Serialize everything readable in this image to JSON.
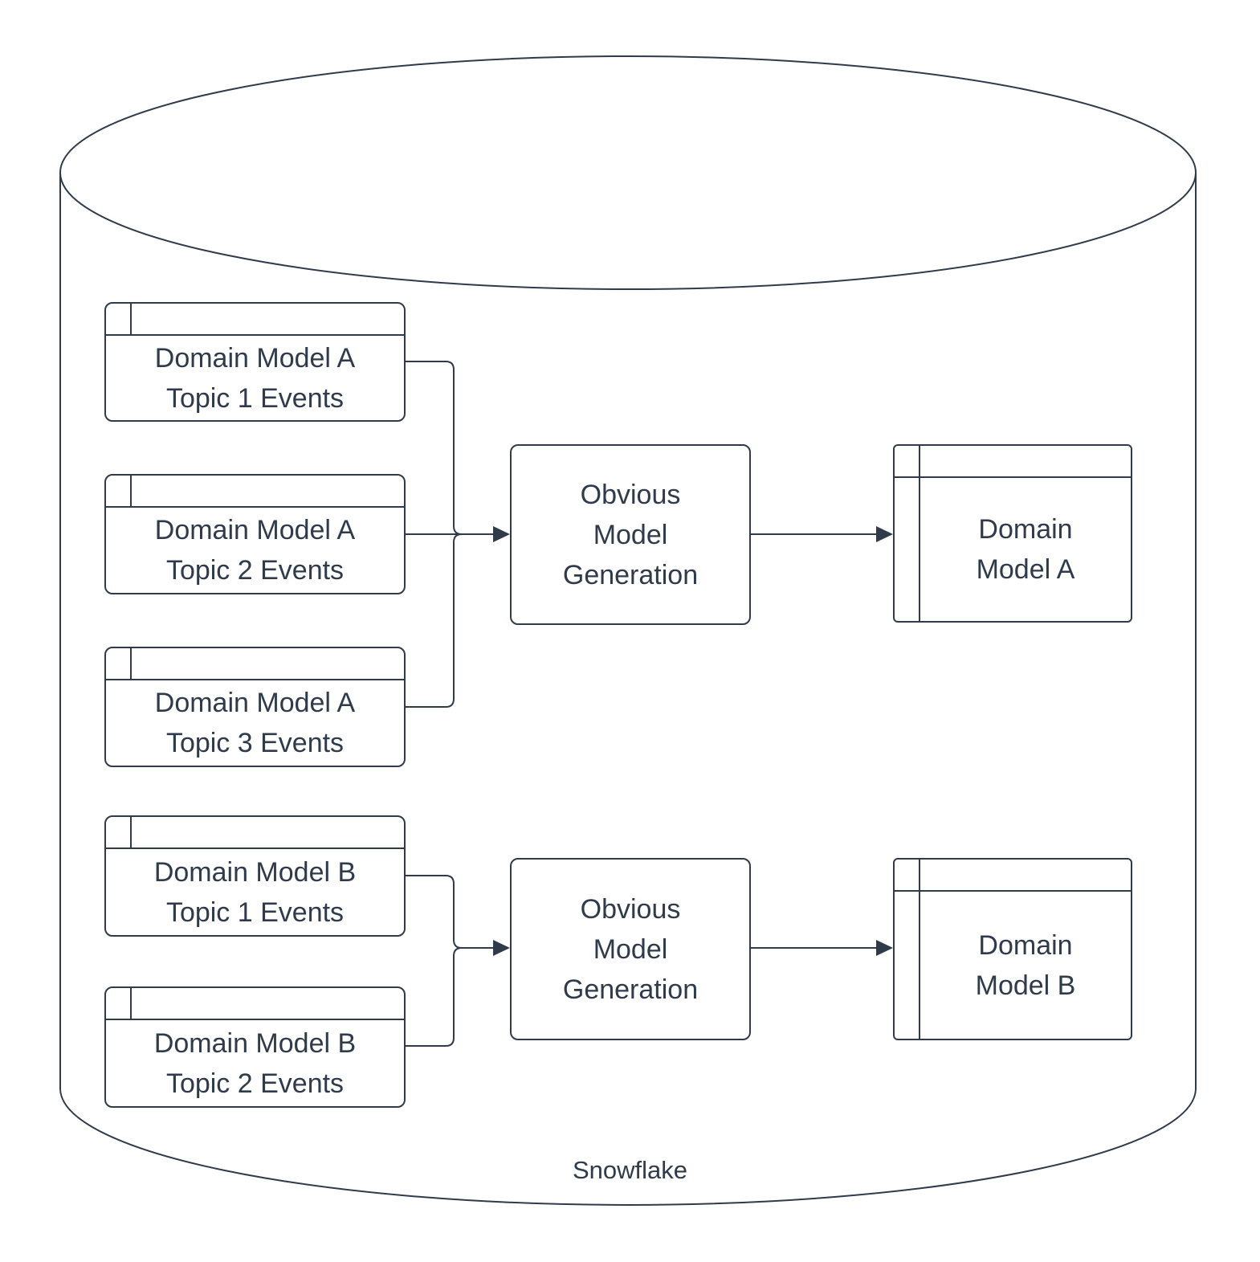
{
  "nodes": {
    "table_a1": {
      "label": "Domain Model A\nTopic 1 Events"
    },
    "table_a2": {
      "label": "Domain Model A\nTopic 2 Events"
    },
    "table_a3": {
      "label": "Domain Model A\nTopic 3 Events"
    },
    "table_b1": {
      "label": "Domain Model B\nTopic 1 Events"
    },
    "table_b2": {
      "label": "Domain Model B\nTopic 2 Events"
    },
    "process_a": {
      "label": "Obvious\nModel\nGeneration"
    },
    "process_b": {
      "label": "Obvious\nModel\nGeneration"
    },
    "output_a": {
      "label": "Domain\nModel A"
    },
    "output_b": {
      "label": "Domain\nModel B"
    },
    "container": {
      "label": "Snowflake"
    }
  },
  "colors": {
    "stroke": "#2f3b4a",
    "text": "#2f3b4a",
    "bg": "#ffffff"
  }
}
